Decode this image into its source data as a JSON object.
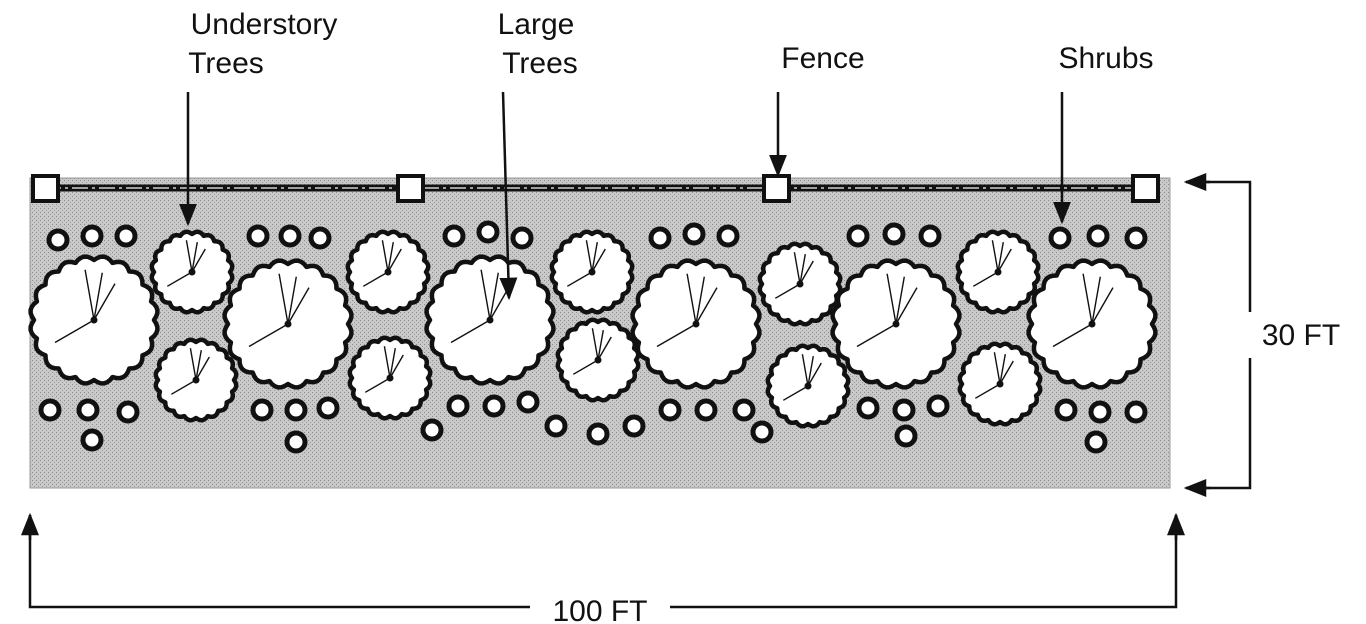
{
  "labels": {
    "understory_line1": "Understory",
    "understory_line2": "Trees",
    "large_line1": "Large",
    "large_line2": "Trees",
    "fence": "Fence",
    "shrubs": "Shrubs"
  },
  "dimensions": {
    "depth": "30 FT",
    "width": "100 FT"
  },
  "colors": {
    "ink": "#111111",
    "ground": "#c4c4c4",
    "canopy": "#ffffff"
  }
}
